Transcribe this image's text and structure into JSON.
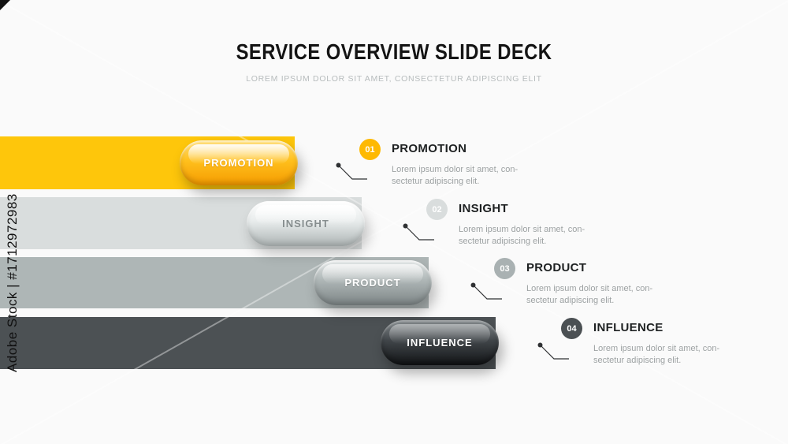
{
  "watermark": {
    "side_text": "Adobe Stock | #1712972983"
  },
  "header": {
    "title": "SERVICE OVERVIEW SLIDE DECK",
    "subtitle": "LOREM IPSUM DOLOR SIT AMET, CONSECTETUR ADIPISCING ELIT"
  },
  "items": [
    {
      "number": "01",
      "label": "PROMOTION",
      "description": "Lorem ipsum dolor sit amet, con-\nsectetur adipiscing elit.",
      "color": "#FEC60B"
    },
    {
      "number": "02",
      "label": "INSIGHT",
      "description": "Lorem ipsum dolor sit amet, con-\nsectetur adipiscing elit.",
      "color": "#D9DDDD"
    },
    {
      "number": "03",
      "label": "PRODUCT",
      "description": "Lorem ipsum dolor sit amet, con-\nsectetur adipiscing elit.",
      "color": "#AEB6B6"
    },
    {
      "number": "04",
      "label": "INFLUENCE",
      "description": "Lorem ipsum dolor sit amet, con-\nsectetur adipiscing elit.",
      "color": "#4C5154"
    }
  ]
}
